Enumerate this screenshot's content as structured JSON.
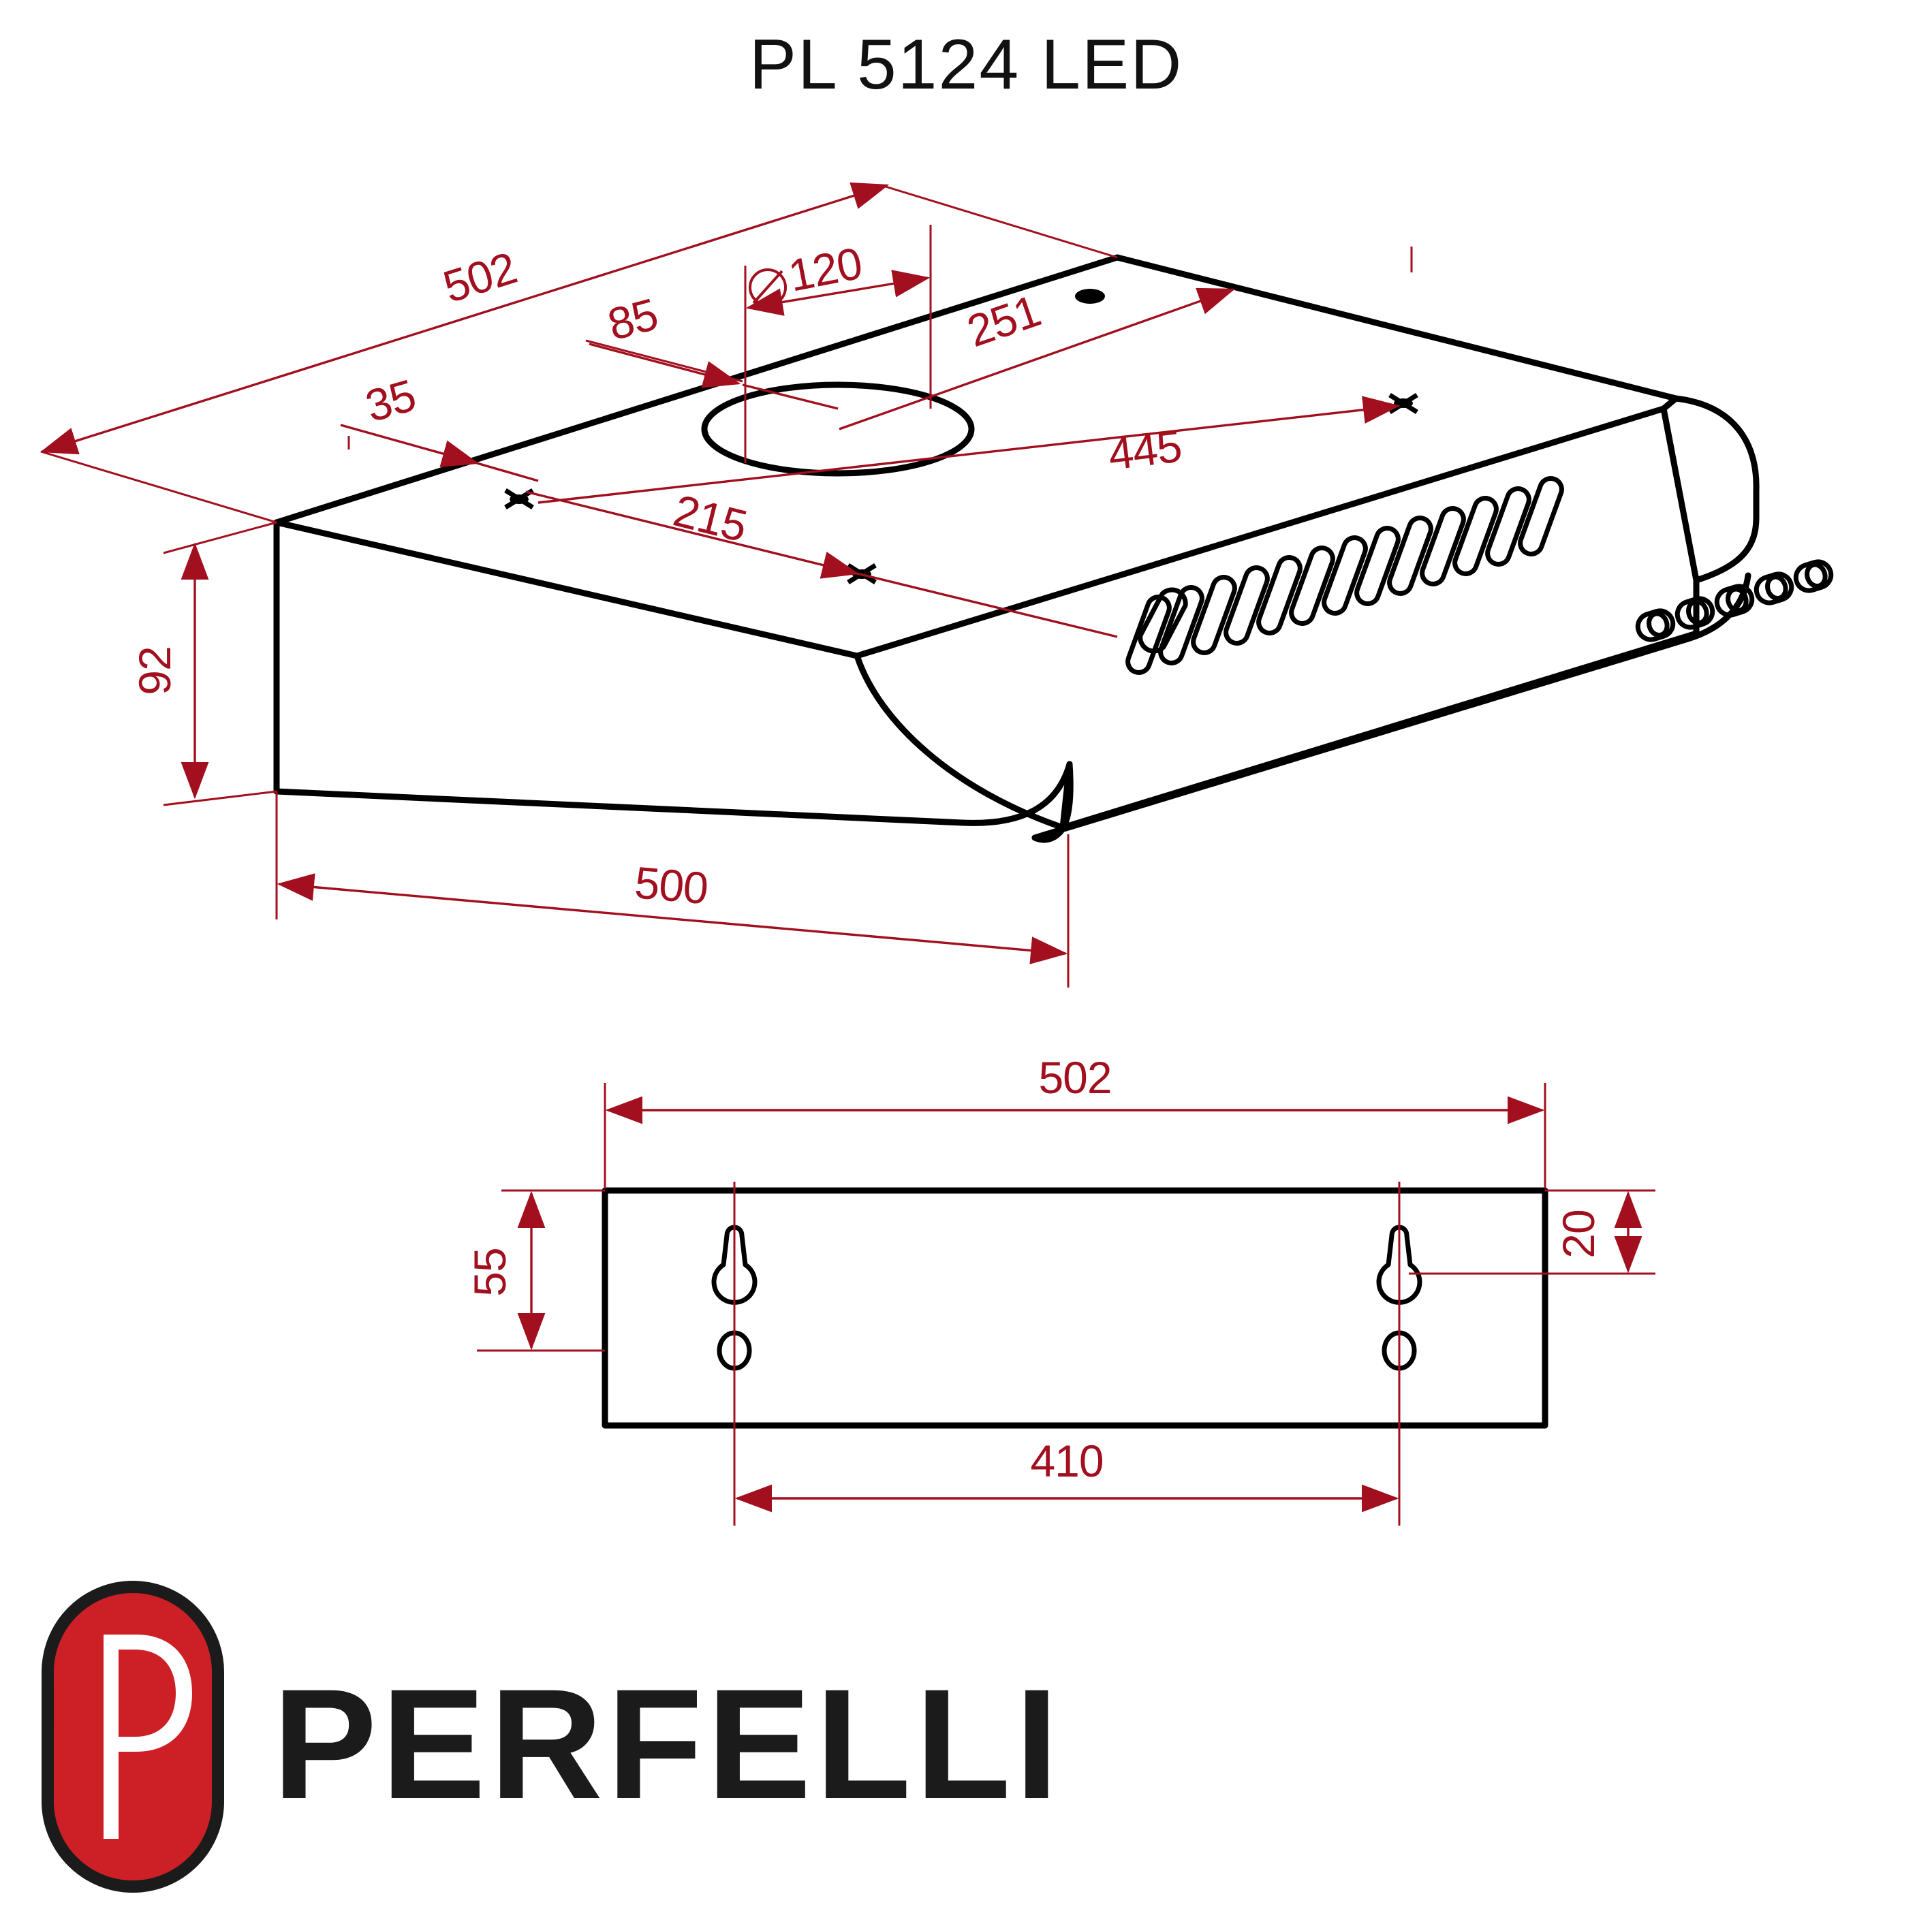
{
  "document": {
    "title": "PL 5124 LED",
    "type": "technical-dimension-drawing",
    "product_category": "cooker hood / range hood",
    "units": "mm"
  },
  "brand": {
    "name": "PERFELLI",
    "monogram": "P",
    "badge_color": "#CC2026",
    "badge_outline_color": "#1b1b1b",
    "wordmark_color": "#1b1b1b"
  },
  "colors": {
    "dimension_red": "#A20F1E",
    "outline_black": "#000000",
    "background": "#FFFFFF"
  },
  "views": [
    {
      "id": "isometric-view",
      "name": "Isometric view of hood body",
      "label": "isometric"
    },
    {
      "id": "bracket-view",
      "name": "Mounting bracket / back panel front view",
      "label": "bracket"
    }
  ],
  "dimensions": {
    "isometric": [
      {
        "id": "d-502-iso",
        "value": "502",
        "meaning": "overall top width"
      },
      {
        "id": "d-120",
        "value": "120",
        "prefix": "Ø",
        "display": "Ø 120",
        "meaning": "outlet duct diameter"
      },
      {
        "id": "d-85",
        "value": "85",
        "meaning": "offset to duct center from rear edge"
      },
      {
        "id": "d-251",
        "value": "251",
        "meaning": "distance from duct center to rear right corner"
      },
      {
        "id": "d-35",
        "value": "35",
        "meaning": "offset to left fixing point"
      },
      {
        "id": "d-445",
        "value": "445",
        "meaning": "fixing point spacing on top panel"
      },
      {
        "id": "d-215",
        "value": "215",
        "meaning": "distance from left fixing point to front fixing point"
      },
      {
        "id": "d-92",
        "value": "92",
        "meaning": "body height",
        "rotated": true
      },
      {
        "id": "d-500",
        "value": "500",
        "meaning": "overall depth at base"
      }
    ],
    "bracket": [
      {
        "id": "d-502-brk",
        "value": "502",
        "meaning": "bracket overall width"
      },
      {
        "id": "d-55",
        "value": "55",
        "meaning": "distance from top edge to lower hole centers",
        "rotated": true
      },
      {
        "id": "d-20",
        "value": "20",
        "meaning": "distance from top edge to keyhole slot center",
        "rotated": true
      },
      {
        "id": "d-410",
        "value": "410",
        "meaning": "horizontal spacing between hole centers"
      }
    ]
  },
  "features": {
    "grille_slot_count": 13,
    "control_button_count": 5,
    "keyhole_slot_count": 2,
    "round_hole_count": 2,
    "duct_outlet": "circular outlet on top panel",
    "small_top_hole": "single small hole on rear top panel"
  }
}
